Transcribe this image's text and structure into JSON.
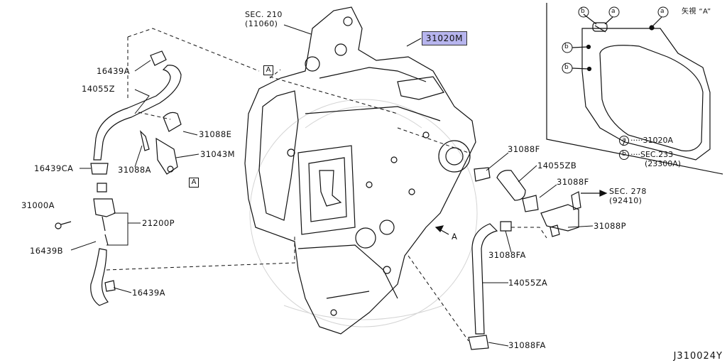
{
  "diagram_code": "J310024Y",
  "highlighted_part": "31020M",
  "view_ref": "A",
  "inset": {
    "title": "矢視 “A”",
    "callouts": [
      "b",
      "a",
      "a",
      "b",
      "b"
    ],
    "legend": [
      {
        "letter": "a",
        "text": "31020A"
      },
      {
        "letter": "b",
        "text": "SEC.233",
        "sub": "(23300A)"
      }
    ]
  },
  "sections": [
    {
      "id": "sec210",
      "line1": "SEC. 210",
      "line2": "(11060)"
    },
    {
      "id": "sec278",
      "line1": "SEC. 278",
      "line2": "(92410)"
    }
  ],
  "labels": {
    "p16439A_top": "16439A",
    "p14055Z": "14055Z",
    "p31088E": "31088E",
    "p31043M": "31043M",
    "p31088A": "31088A",
    "p16439CA": "16439CA",
    "p31000A": "31000A",
    "p21200P": "21200P",
    "p16439B": "16439B",
    "p16439A_bot": "16439A",
    "p31088F_top": "31088F",
    "p14055ZB": "14055ZB",
    "p31088F_mid": "31088F",
    "p31088P": "31088P",
    "p31088FA_mid": "31088FA",
    "p14055ZA": "14055ZA",
    "p31088FA_bot": "31088FA"
  },
  "ref_markers": [
    "A",
    "A"
  ],
  "arrow_label": "A"
}
